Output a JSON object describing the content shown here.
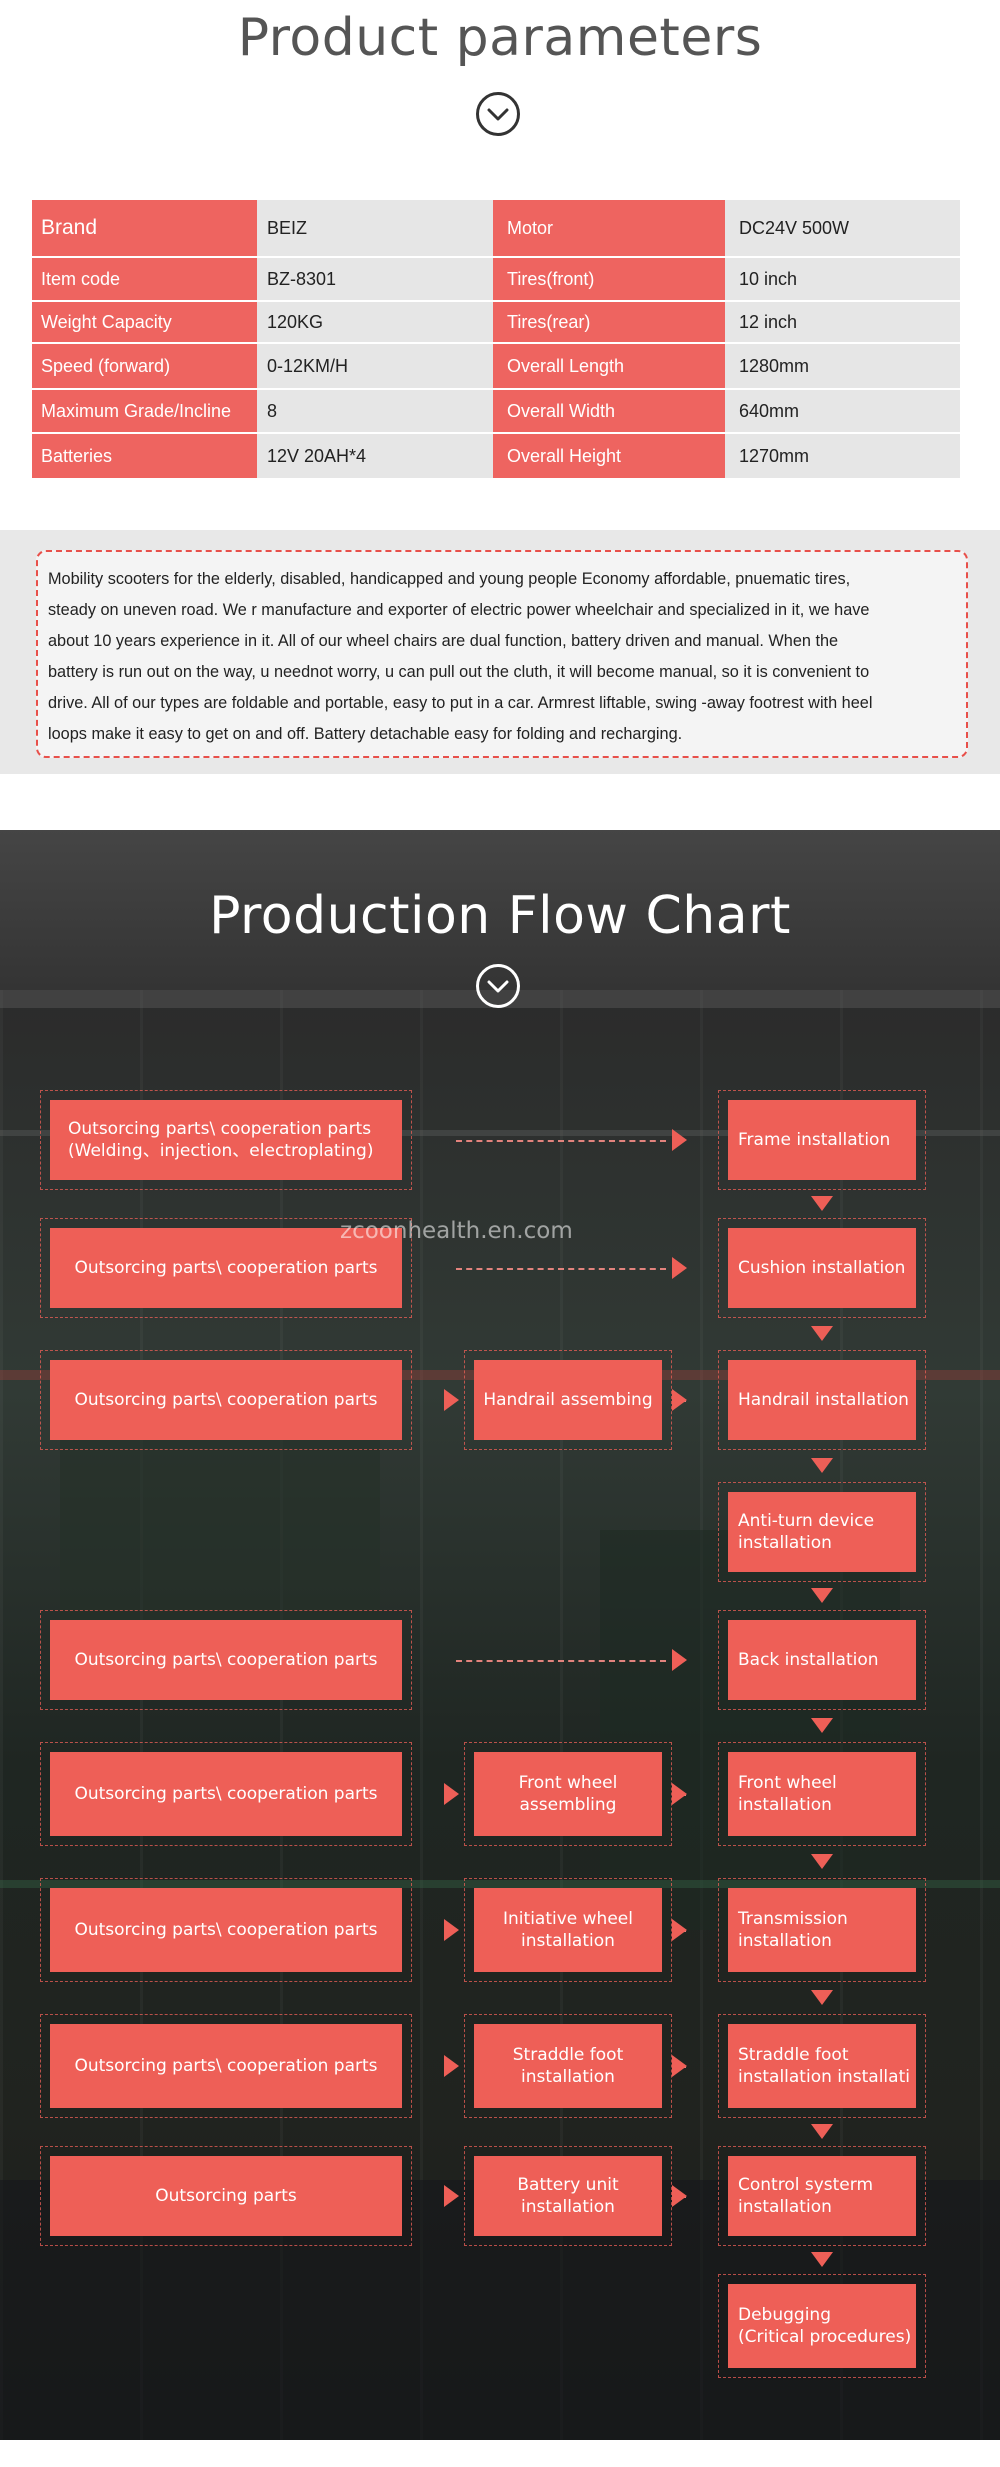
{
  "params_section": {
    "title": "Product parameters",
    "rows": [
      {
        "l1": "Brand",
        "v1": "BEIZ",
        "l2": "Motor",
        "v2": "DC24V 500W"
      },
      {
        "l1": "Item code",
        "v1": "BZ-8301",
        "l2": "Tires(front)",
        "v2": "10 inch"
      },
      {
        "l1": "Weight Capacity",
        "v1": "120KG",
        "l2": "Tires(rear)",
        "v2": "12 inch"
      },
      {
        "l1": "Speed (forward)",
        "v1": "0-12KM/H",
        "l2": "Overall Length",
        "v2": "1280mm"
      },
      {
        "l1": "Maximum Grade/Incline",
        "v1": "8",
        "l2": "Overall Width",
        "v2": "640mm"
      },
      {
        "l1": "Batteries",
        "v1": "12V 20AH*4",
        "l2": "Overall Height",
        "v2": "1270mm"
      }
    ]
  },
  "description": {
    "lines": [
      "Mobility scooters for the elderly, disabled, handicapped and young people Economy affordable, pnuematic tires,",
      "steady on uneven road. We r manufacture and exporter of electric power wheelchair and specialized in it, we have",
      "about 10 years experience in it. All of our wheel chairs are dual function, battery driven and manual. When the",
      "battery is run out on the way, u neednot worry, u can pull out the cluth, it will become manual, so it is convenient to",
      "drive. All of our types are foldable and portable, easy to put in a car. Armrest liftable, swing -away footrest with heel",
      "loops make it easy to get on and off. Battery detachable easy for folding and recharging."
    ]
  },
  "flow_section": {
    "title": "Production Flow Chart",
    "watermark": "zcoonhealth.en.com",
    "rows": [
      {
        "source": "Outsorcing parts\\ cooperation parts\n(Welding、injection、electroplating)",
        "middle": null,
        "target": "Frame installation"
      },
      {
        "source": "Outsorcing parts\\ cooperation parts",
        "middle": null,
        "target": "Cushion installation"
      },
      {
        "source": "Outsorcing parts\\ cooperation parts",
        "middle": "Handrail assembing",
        "target": "Handrail installation"
      },
      {
        "source": null,
        "middle": null,
        "target": "Anti-turn device\ninstallation"
      },
      {
        "source": "Outsorcing parts\\ cooperation parts",
        "middle": null,
        "target": "Back installation"
      },
      {
        "source": "Outsorcing parts\\ cooperation parts",
        "middle": "Front wheel\nassembling",
        "target": "Front wheel\ninstallation"
      },
      {
        "source": "Outsorcing parts\\ cooperation parts",
        "middle": "Initiative wheel\ninstallation",
        "target": "Transmission\ninstallation"
      },
      {
        "source": "Outsorcing parts\\ cooperation parts",
        "middle": "Straddle foot\ninstallation",
        "target": "Straddle foot\ninstallation installati"
      },
      {
        "source": "Outsorcing parts",
        "middle": "Battery unit\ninstallation",
        "target": "Control systerm\ninstallation"
      },
      {
        "source": null,
        "middle": null,
        "target": "Debugging\n(Critical procedures)"
      }
    ]
  },
  "colors": {
    "accent": "#ee5f57",
    "label_bg": "#ee6460",
    "value_bg": "#e6e6e6"
  }
}
